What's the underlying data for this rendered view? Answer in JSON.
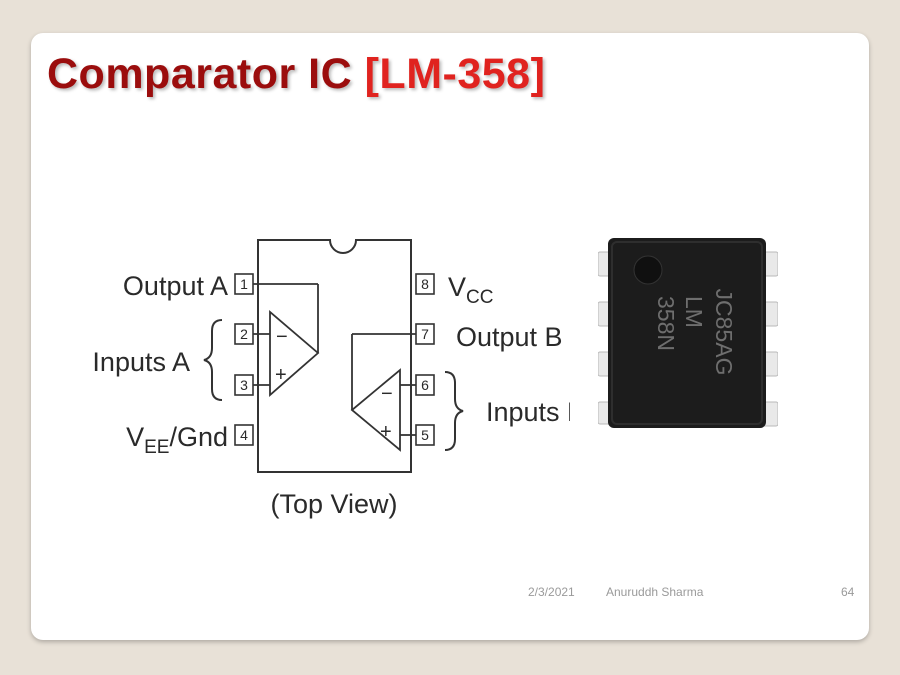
{
  "slide": {
    "title": "Comparator IC",
    "title_accent": "[LM-358]",
    "footer": {
      "date": "2/3/2021",
      "author": "Anuruddh Sharma",
      "page_number": "64"
    }
  },
  "pinout": {
    "caption": "(Top View)",
    "left_labels": {
      "output_a": "Output A",
      "inputs_a": "Inputs A",
      "vee_main": "V",
      "vee_sub": "EE",
      "gnd": "/Gnd"
    },
    "right_labels": {
      "vcc_main": "V",
      "vcc_sub": "CC",
      "output_b": "Output B",
      "inputs_b": "Inputs B"
    },
    "pins": [
      "1",
      "2",
      "3",
      "4",
      "5",
      "6",
      "7",
      "8"
    ],
    "opamp_signs": {
      "minus": "−",
      "plus": "+"
    }
  },
  "chip_photo": {
    "marking_line1": "JC85AG",
    "marking_line2": "LM",
    "marking_line3": "358N",
    "colors": {
      "body": "#1c1c1c",
      "leads": "#e9e9e9",
      "marking": "#6e6e6e"
    }
  }
}
